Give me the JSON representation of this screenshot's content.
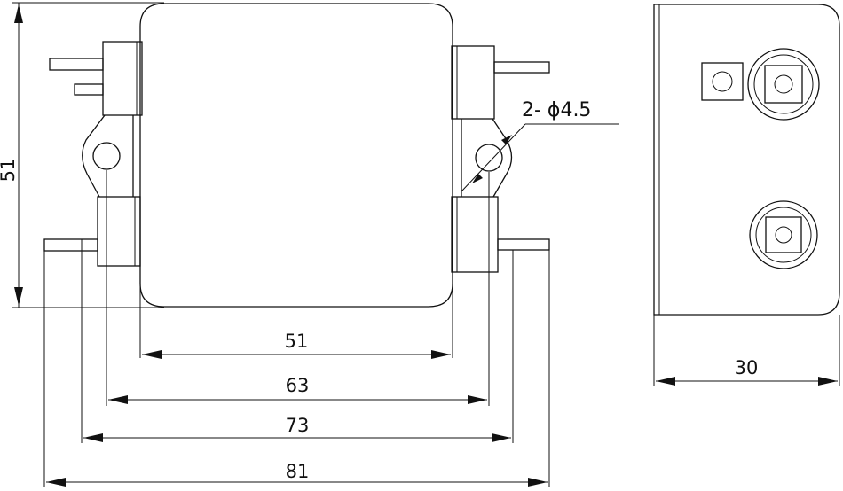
{
  "dimensions": {
    "overall_height": "51",
    "body_width": "51",
    "mount_hole_spacing": "63",
    "flange_width": "73",
    "overall_width": "81",
    "side_depth": "30"
  },
  "hole_callout": "2- ϕ4.5",
  "colors": {
    "line": "#111111",
    "background": "#ffffff"
  }
}
